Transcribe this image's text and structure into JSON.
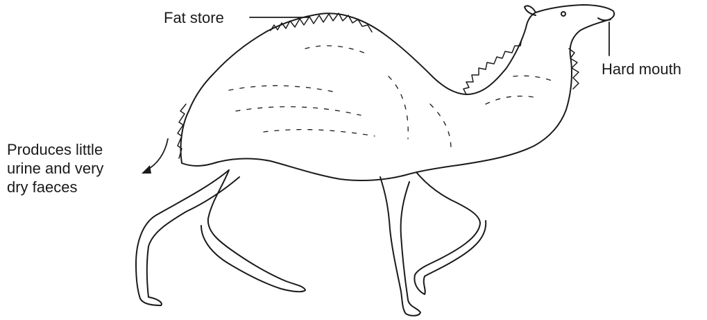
{
  "labels": {
    "fat_store": "Fat store",
    "hard_mouth": "Hard mouth",
    "urine_line1": "Produces little",
    "urine_line2": "urine and very",
    "urine_line3": "dry faeces"
  },
  "colors": {
    "ink": "#1a1a1a",
    "background": "#ffffff"
  },
  "figure": {
    "subject": "camel-illustration"
  }
}
